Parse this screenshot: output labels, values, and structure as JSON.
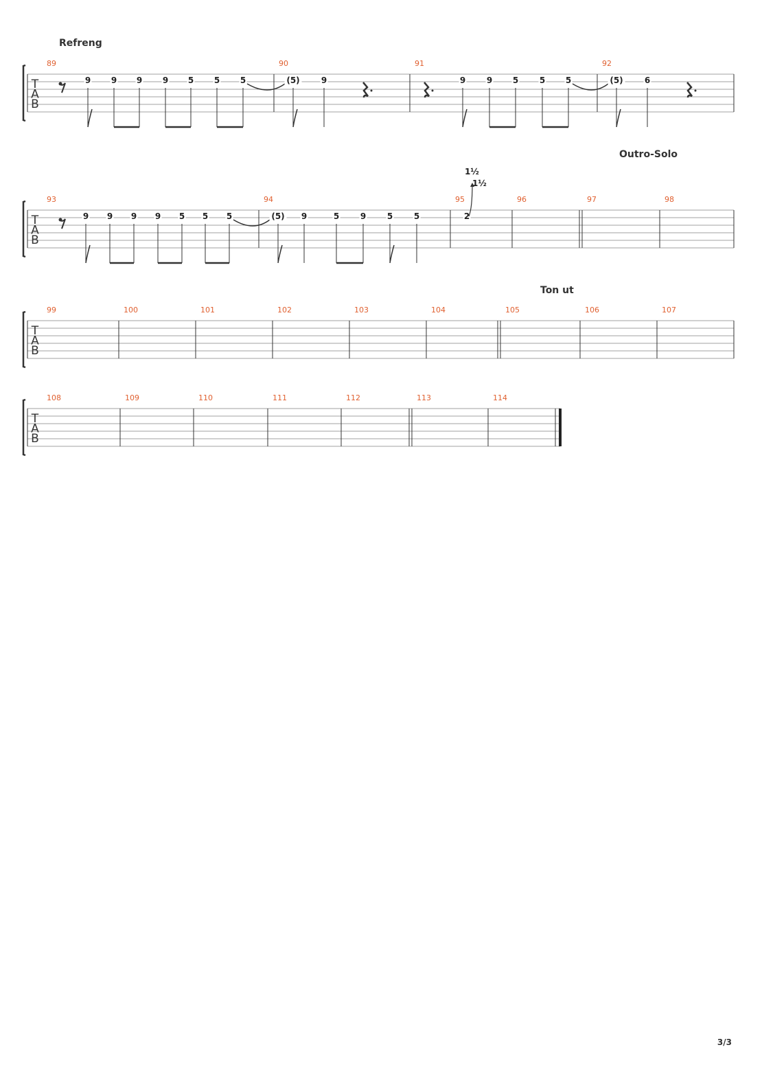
{
  "page": {
    "number": "3/3"
  },
  "tab_letters": [
    "T",
    "A",
    "B"
  ],
  "sections": [
    {
      "label": "Refreng"
    },
    {
      "label": "Outro-Solo"
    },
    {
      "label": "Ton ut"
    }
  ],
  "systems": [
    {
      "measures": [
        {
          "number": "89",
          "events": [
            {
              "type": "rest",
              "value": "eighth"
            },
            {
              "type": "note",
              "fret": "9",
              "duration": "eighth"
            },
            {
              "type": "note",
              "fret": "9",
              "duration": "eighth"
            },
            {
              "type": "note",
              "fret": "9",
              "duration": "eighth"
            },
            {
              "type": "note",
              "fret": "9",
              "duration": "eighth"
            },
            {
              "type": "note",
              "fret": "5",
              "duration": "eighth"
            },
            {
              "type": "note",
              "fret": "5",
              "duration": "eighth"
            },
            {
              "type": "note",
              "fret": "5",
              "duration": "eighth",
              "tie": true
            }
          ]
        },
        {
          "number": "90",
          "events": [
            {
              "type": "note",
              "fret": "(5)",
              "duration": "eighth"
            },
            {
              "type": "note",
              "fret": "9",
              "duration": "quarter"
            },
            {
              "type": "rest",
              "value": "dotted-quarter"
            }
          ]
        },
        {
          "number": "91",
          "events": [
            {
              "type": "rest",
              "value": "dotted-quarter"
            },
            {
              "type": "note",
              "fret": "9",
              "duration": "eighth"
            },
            {
              "type": "note",
              "fret": "9",
              "duration": "eighth"
            },
            {
              "type": "note",
              "fret": "5",
              "duration": "eighth"
            },
            {
              "type": "note",
              "fret": "5",
              "duration": "eighth"
            },
            {
              "type": "note",
              "fret": "5",
              "duration": "eighth",
              "tie": true
            }
          ]
        },
        {
          "number": "92",
          "events": [
            {
              "type": "note",
              "fret": "(5)",
              "duration": "eighth"
            },
            {
              "type": "note",
              "fret": "6",
              "duration": "quarter"
            },
            {
              "type": "rest",
              "value": "dotted-quarter"
            }
          ]
        }
      ]
    },
    {
      "measures": [
        {
          "number": "93",
          "events": [
            {
              "type": "rest",
              "value": "eighth"
            },
            {
              "type": "note",
              "fret": "9",
              "duration": "eighth"
            },
            {
              "type": "note",
              "fret": "9",
              "duration": "eighth"
            },
            {
              "type": "note",
              "fret": "9",
              "duration": "eighth"
            },
            {
              "type": "note",
              "fret": "9",
              "duration": "eighth"
            },
            {
              "type": "note",
              "fret": "5",
              "duration": "eighth"
            },
            {
              "type": "note",
              "fret": "5",
              "duration": "eighth"
            },
            {
              "type": "note",
              "fret": "5",
              "duration": "eighth",
              "tie": true
            }
          ]
        },
        {
          "number": "94",
          "events": [
            {
              "type": "note",
              "fret": "(5)",
              "duration": "eighth"
            },
            {
              "type": "note",
              "fret": "9",
              "duration": "quarter"
            },
            {
              "type": "note",
              "fret": "5",
              "duration": "eighth"
            },
            {
              "type": "note",
              "fret": "9",
              "duration": "eighth"
            },
            {
              "type": "note",
              "fret": "5",
              "duration": "eighth"
            },
            {
              "type": "note",
              "fret": "5",
              "duration": "quarter"
            }
          ]
        },
        {
          "number": "95",
          "events": [
            {
              "type": "note",
              "fret": "2",
              "bend": "1½",
              "bend_release": "1½"
            }
          ]
        },
        {
          "number": "96",
          "events": []
        },
        {
          "number": "97",
          "events": []
        },
        {
          "number": "98",
          "events": []
        }
      ]
    },
    {
      "measures": [
        {
          "number": "99"
        },
        {
          "number": "100"
        },
        {
          "number": "101"
        },
        {
          "number": "102"
        },
        {
          "number": "103"
        },
        {
          "number": "104"
        },
        {
          "number": "105"
        },
        {
          "number": "106"
        },
        {
          "number": "107"
        }
      ]
    },
    {
      "measures": [
        {
          "number": "108"
        },
        {
          "number": "109"
        },
        {
          "number": "110"
        },
        {
          "number": "111"
        },
        {
          "number": "112"
        },
        {
          "number": "113"
        },
        {
          "number": "114"
        }
      ]
    }
  ]
}
